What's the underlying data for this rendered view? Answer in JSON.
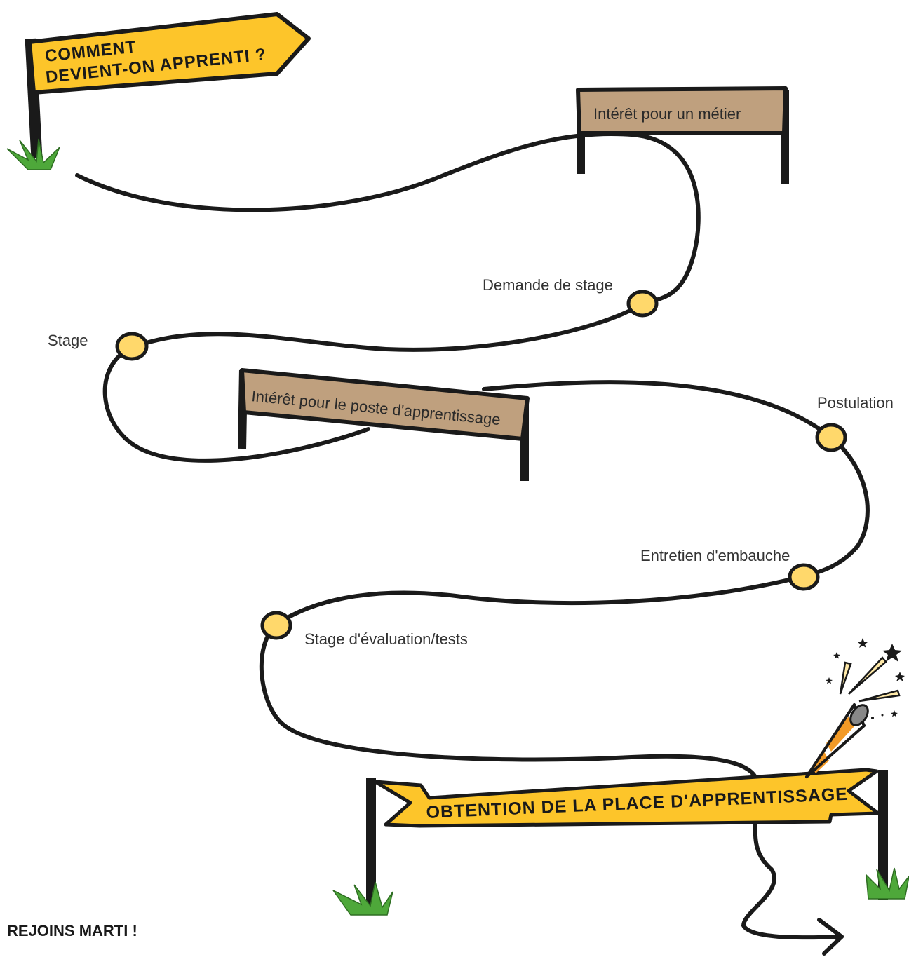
{
  "title": {
    "line1": "COMMENT",
    "line2": "DEVIENT-ON APPRENTI ?"
  },
  "planks": {
    "metier": "Intérêt pour un métier",
    "poste": "Intérêt pour le poste d'apprentissage"
  },
  "steps": {
    "demande": "Demande de stage",
    "stage": "Stage",
    "postulation": "Postulation",
    "entretien": "Entretien d'embauche",
    "evaluation": "Stage d'évaluation/tests"
  },
  "banner": "OBTENTION DE LA PLACE D'APPRENTISSAGE",
  "footer": "REJOINS MARTI !",
  "colors": {
    "sign_yellow": "#FDC52A",
    "plank_brown": "#BFA07E",
    "node_yellow": "#FFD86B",
    "grass_green": "#4EA83A",
    "line_black": "#1a1a1a",
    "cone_orange": "#F39A26"
  }
}
